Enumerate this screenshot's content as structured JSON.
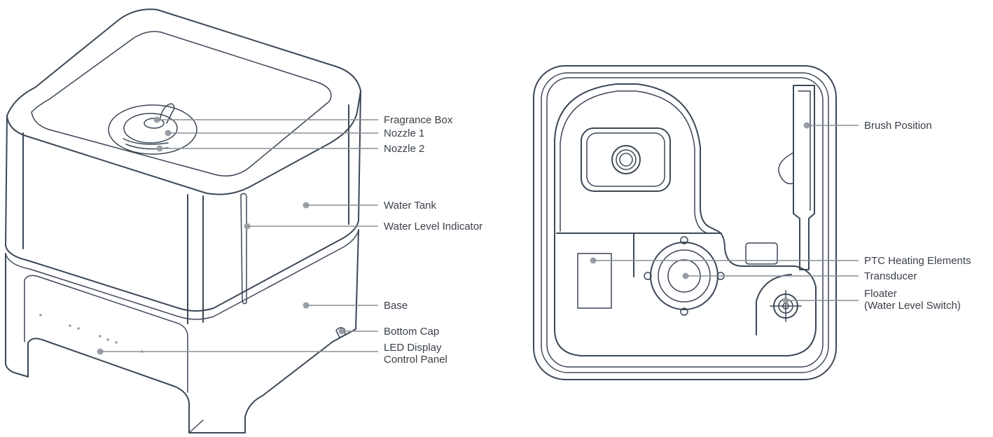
{
  "left_labels": [
    {
      "id": "fragrance-box",
      "lines": [
        "Fragrance Box"
      ]
    },
    {
      "id": "nozzle-1",
      "lines": [
        "Nozzle 1"
      ]
    },
    {
      "id": "nozzle-2",
      "lines": [
        "Nozzle 2"
      ]
    },
    {
      "id": "water-tank",
      "lines": [
        "Water Tank"
      ]
    },
    {
      "id": "water-level-indicator",
      "lines": [
        "Water Level Indicator"
      ]
    },
    {
      "id": "base",
      "lines": [
        "Base"
      ]
    },
    {
      "id": "bottom-cap",
      "lines": [
        "Bottom Cap"
      ]
    },
    {
      "id": "led-display",
      "lines": [
        "LED Display",
        "Control Panel"
      ]
    }
  ],
  "right_labels": [
    {
      "id": "brush-position",
      "lines": [
        "Brush Position"
      ]
    },
    {
      "id": "ptc-heating",
      "lines": [
        "PTC Heating Elements"
      ]
    },
    {
      "id": "transducer",
      "lines": [
        "Transducer"
      ]
    },
    {
      "id": "floater",
      "lines": [
        "Floater",
        "(Water Level Switch)"
      ]
    }
  ]
}
